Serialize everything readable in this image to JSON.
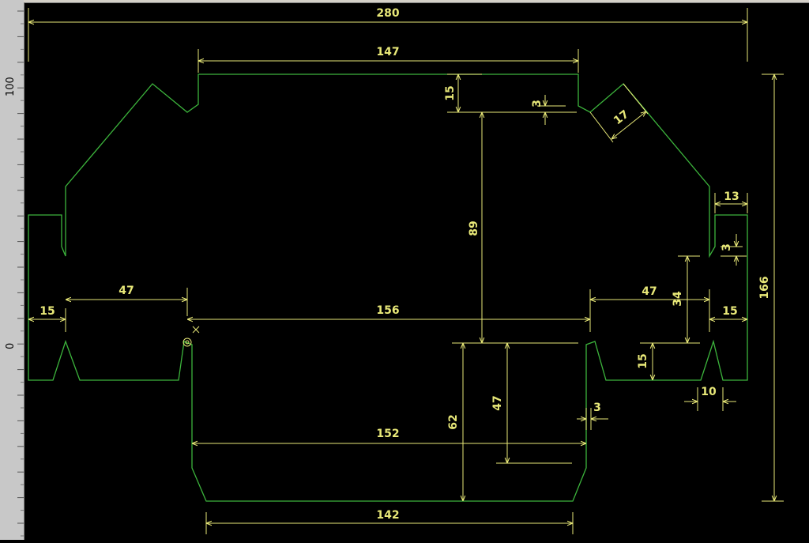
{
  "colors": {
    "background": "#000000",
    "outline": "#3cb43c",
    "dimension": "#e8e878",
    "ruler": "#c8c8c8"
  },
  "ruler": {
    "labels": [
      "100",
      "0"
    ]
  },
  "dimensions": {
    "overall_width": "280",
    "top_width": "147",
    "top_tab_height": "15",
    "notch_top": "3",
    "diagonal_flap": "17",
    "right_tab_width": "13",
    "center_height": "89",
    "right_notch": "3",
    "right_height": "34",
    "overall_height": "166",
    "left_flap_width": "47",
    "left_tab_width": "15",
    "center_width": "156",
    "right_flap_width": "47",
    "right_tab_width_lower": "15",
    "slot_height": "15",
    "slot_width": "10",
    "bottom_notch": "3",
    "inner_height": "47",
    "bottom_height": "62",
    "bottom_width": "152",
    "bottom_base_width": "142"
  }
}
